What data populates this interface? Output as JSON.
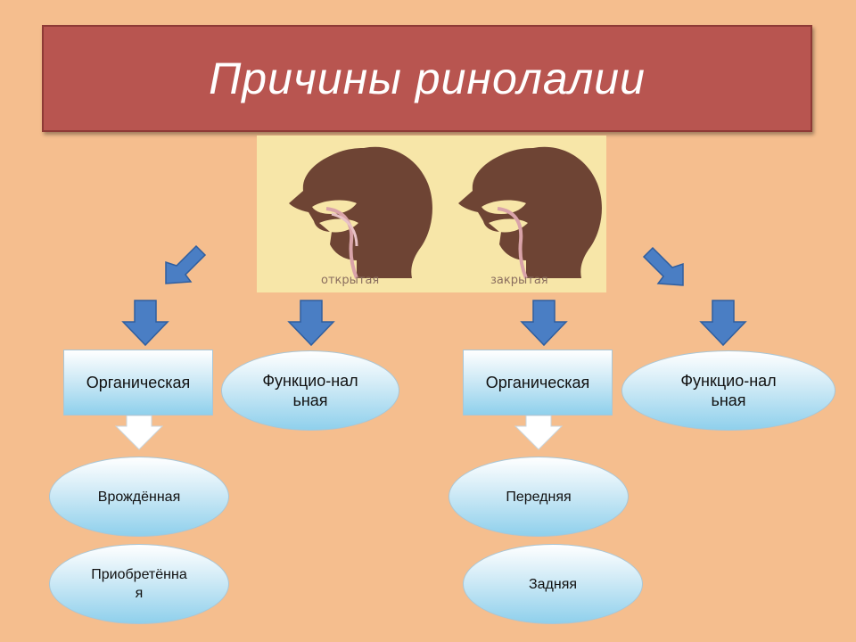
{
  "title": "Причины ринолалии",
  "illustration": {
    "caption_left": "открытая",
    "caption_right": "закрытая"
  },
  "left_branch": {
    "organic": "Органическая",
    "functional": "Функцио-нальная",
    "sub1": "Врождённая",
    "sub2": "Приобретённая"
  },
  "right_branch": {
    "organic": "Органическая",
    "functional": "Функцио-нальная",
    "sub1": "Передняя",
    "sub2": "Задняя"
  },
  "colors": {
    "background": "#f5be8e",
    "banner": "#b85550",
    "arrow": "#4a7ec4",
    "illustration_bg": "#f7e6a8",
    "head": "#6e4434"
  },
  "icons": [
    "head-profile-open",
    "head-profile-closed",
    "arrow-down",
    "arrow-diagonal",
    "hollow-arrow-down"
  ]
}
